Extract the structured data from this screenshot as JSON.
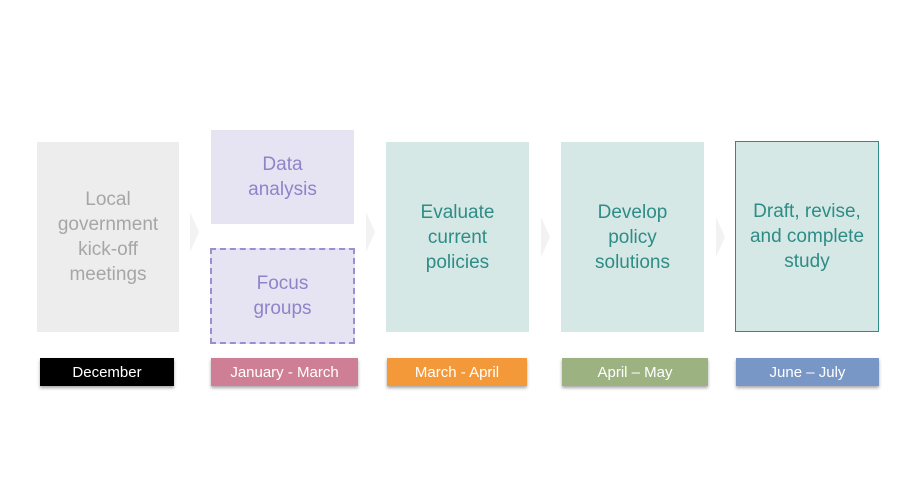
{
  "stages": {
    "local_meetings": "Local\ngovernment\nkick-off\nmeetings",
    "data_analysis": "Data\nanalysis",
    "focus_groups": "Focus\ngroups",
    "evaluate": "Evaluate\ncurrent\npolicies",
    "develop": "Develop\npolicy\nsolutions",
    "draft": "Draft, revise,\nand complete\nstudy"
  },
  "dates": {
    "december": "December",
    "jan_mar": "January - March",
    "mar_apr": "March - April",
    "apr_may": "April – May",
    "jun_jul": "June – July"
  },
  "colors": {
    "december": "#000000",
    "jan_mar": "#cf7f95",
    "mar_apr": "#f4993a",
    "apr_may": "#9cb381",
    "jun_jul": "#7997c6"
  }
}
